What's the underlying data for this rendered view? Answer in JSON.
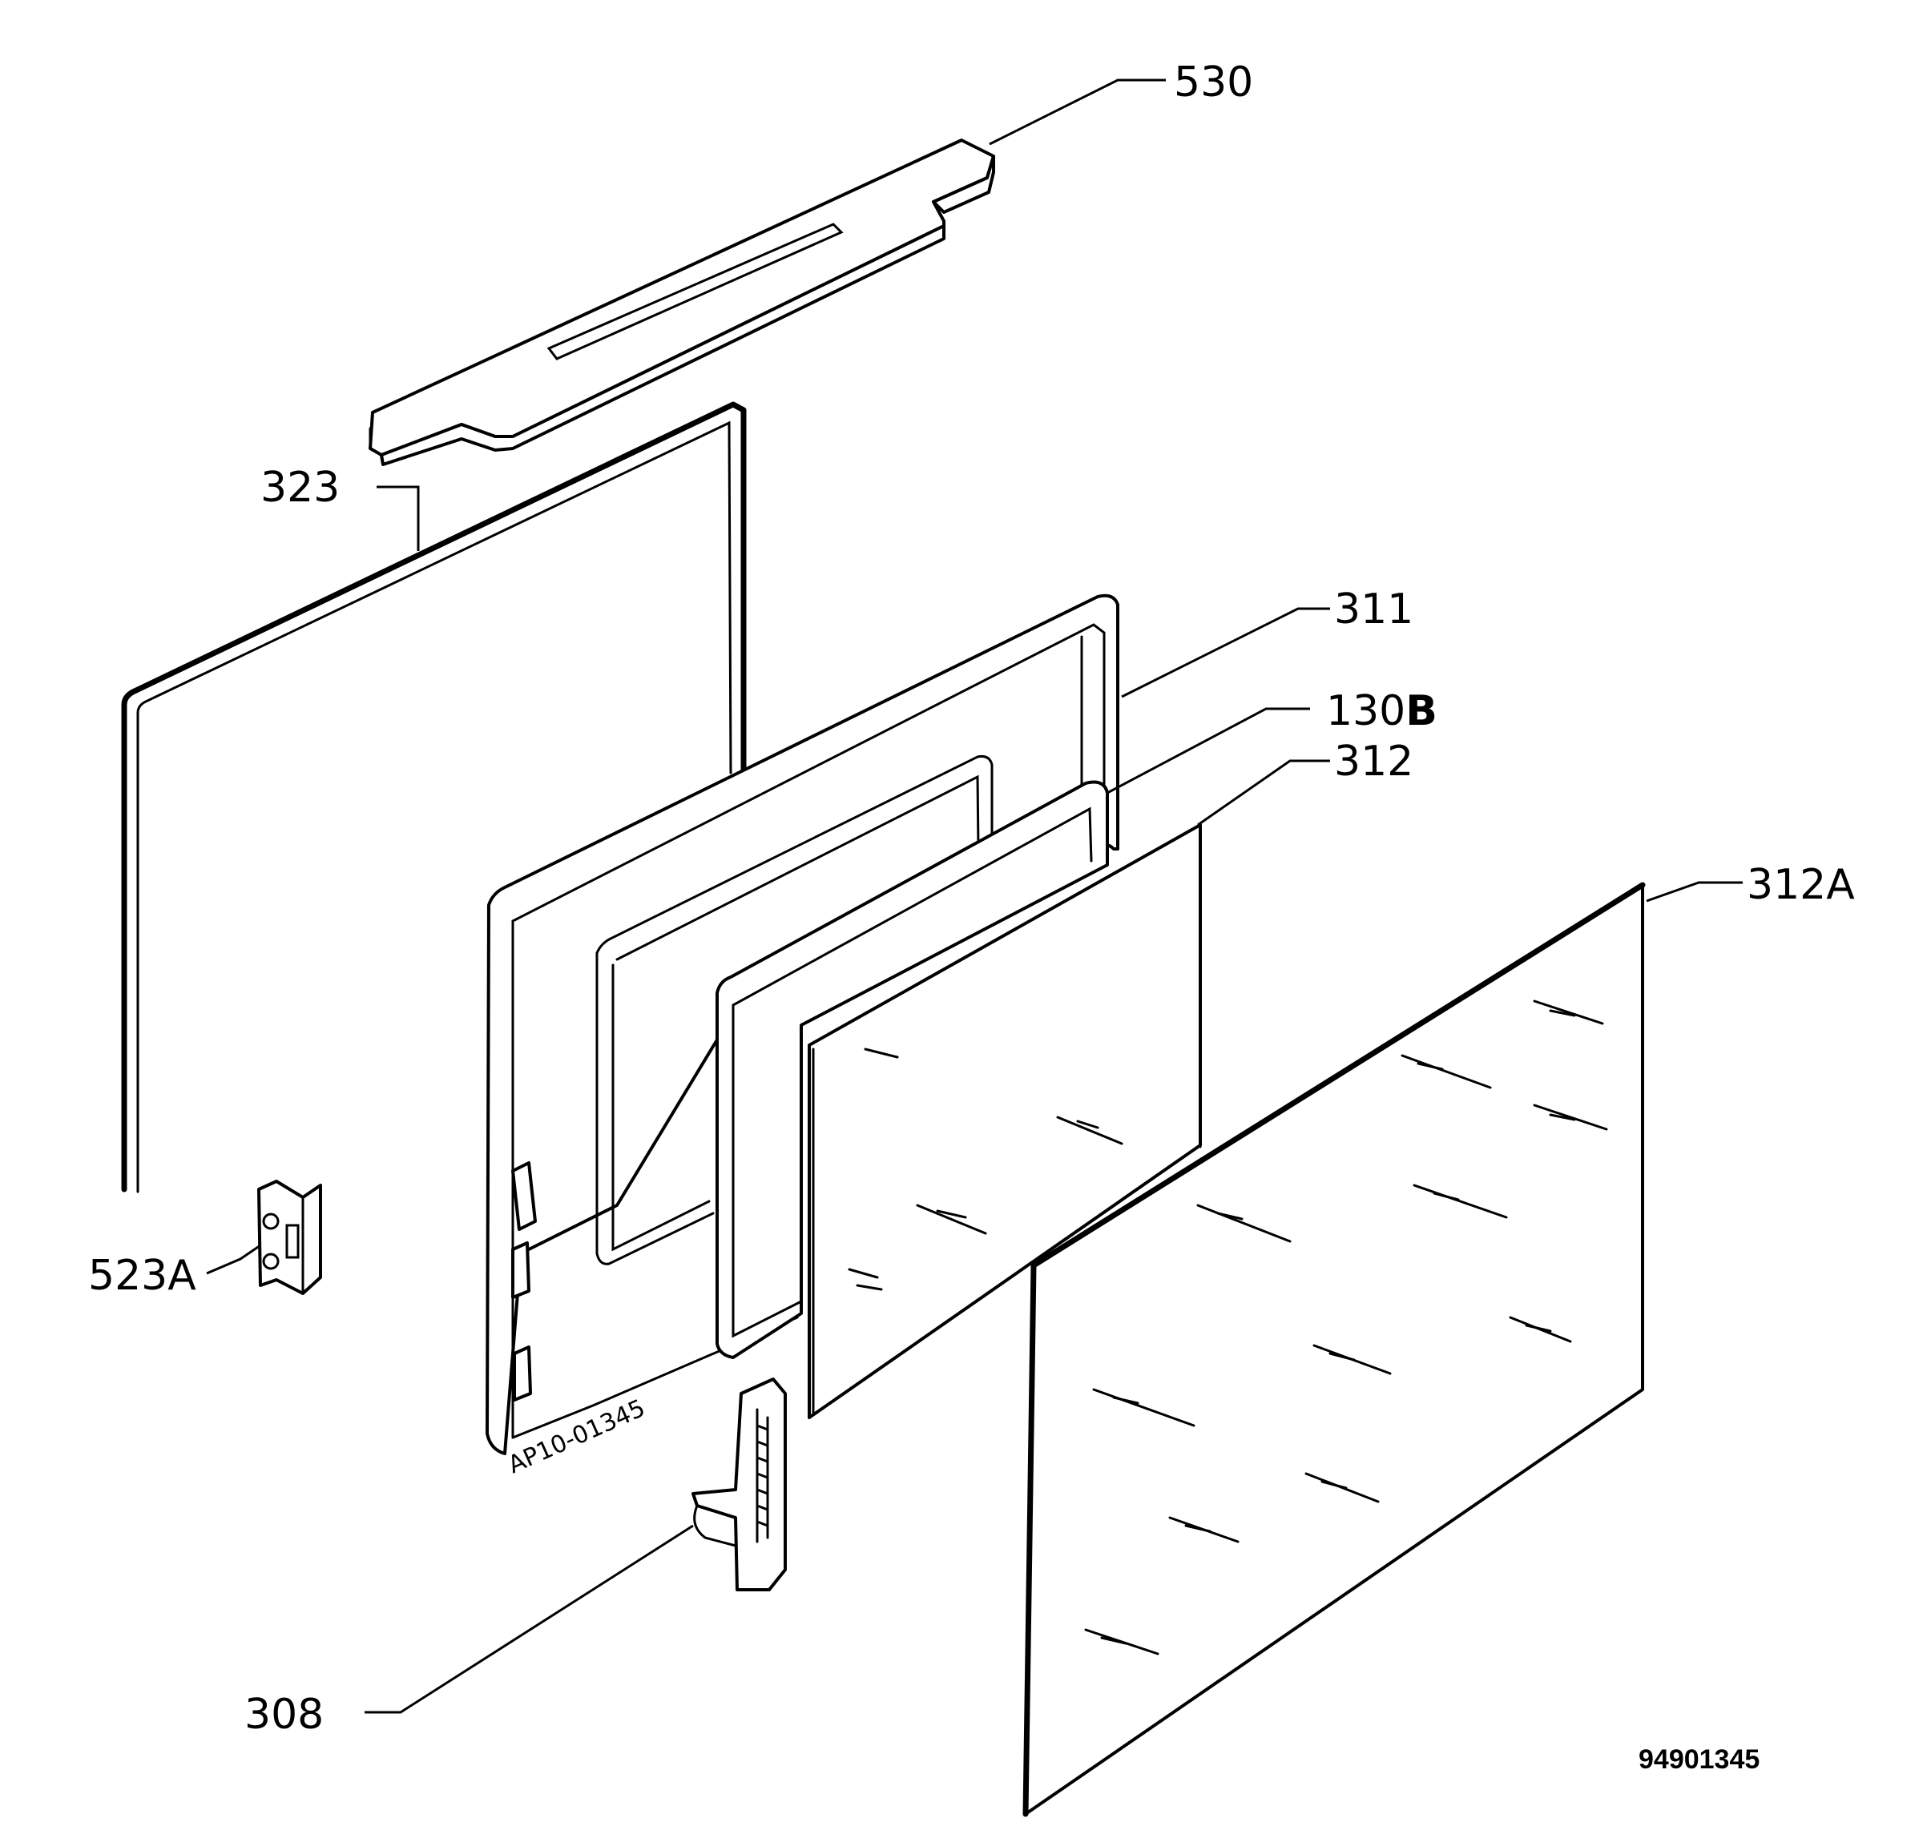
{
  "labels": {
    "p530": "530",
    "p323": "323",
    "p311": "311",
    "p130b_num": "130",
    "p130b_suffix": "B",
    "p312": "312",
    "p312a": "312A",
    "p523a": "523A",
    "p308": "308"
  },
  "reference_number": "94901345",
  "frame_marking": "AP10-01345"
}
